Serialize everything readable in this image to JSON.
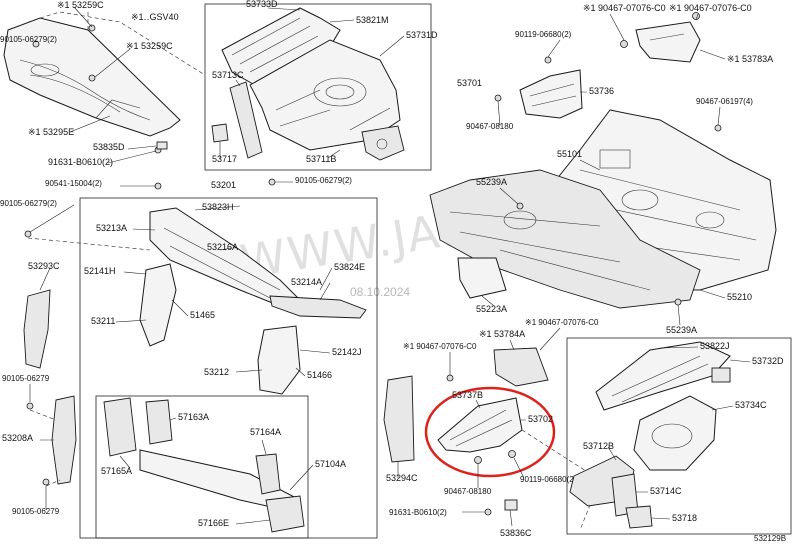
{
  "watermark": {
    "text": "WWW.JAPANCATS.RU",
    "date": "08.10.2024"
  },
  "diagram_code": "532129B",
  "highlight_color": "#e0201a",
  "labels": {
    "p53259C_top": "※1 53259C",
    "gsv40": "※1‥GSV40",
    "p90105_top": "90105-06279(2)",
    "p53259C_mid": "※1 53259C",
    "p53295E": "※1 53295E",
    "p53835D": "53835D",
    "p91631_top": "91631-B0610(2)",
    "p90541": "90541-15004(2)",
    "p90105_a": "90105-06279(2)",
    "p90105_b": "90105-06279(2)",
    "p53201": "53201",
    "p53733D": "53733D",
    "p53821M": "53821M",
    "p53731D": "53731D",
    "p53713C": "53713C",
    "p53717": "53717",
    "p53711B": "53711B",
    "p90119_top": "90119-06680(2)",
    "p90467_70076_a": "※1 90467-07076-C0",
    "p90467_70076_b": "※1 90467-07076-C0",
    "p53783A": "※1 53783A",
    "p53701": "53701",
    "p53736": "53736",
    "p90467_08180_top": "90467-08180",
    "p90467_06197": "90467-06197(4)",
    "p55101": "55101",
    "p55239A_top": "55239A",
    "p53823H": "53823H",
    "p53213A": "53213A",
    "p53216A": "53216A",
    "p53293C": "53293C",
    "p52141H": "52141H",
    "p53824E": "53824E",
    "p53214A": "53214A",
    "p53211": "53211",
    "p51465": "51465",
    "p55223A": "55223A",
    "p55210": "55210",
    "p55239A_bot": "55239A",
    "p90105_c": "90105-06279",
    "p52142J": "52142J",
    "p53212": "53212",
    "p51466": "51466",
    "p53208A": "53208A",
    "p57163A": "57163A",
    "p57164A": "57164A",
    "p57165A": "57165A",
    "p57104A": "57104A",
    "p57166E": "57166E",
    "p90105_d": "90105-06279",
    "p90467_70076_c": "※1 90467-07076-C0",
    "p53784A": "※1 53784A",
    "p90467_70076_d": "※1 90467-07076-C0",
    "p53737B": "53737B",
    "p53702": "53702",
    "p53294C": "53294C",
    "p90119_bot": "90119-06680(2)",
    "p90467_08180_bot": "90467-08180",
    "p91631_bot": "91631-B0610(2)",
    "p53836C": "53836C",
    "p53822J": "53822J",
    "p53732D": "53732D",
    "p53734C": "53734C",
    "p53712B": "53712B",
    "p53714C": "53714C",
    "p53718": "53718"
  }
}
